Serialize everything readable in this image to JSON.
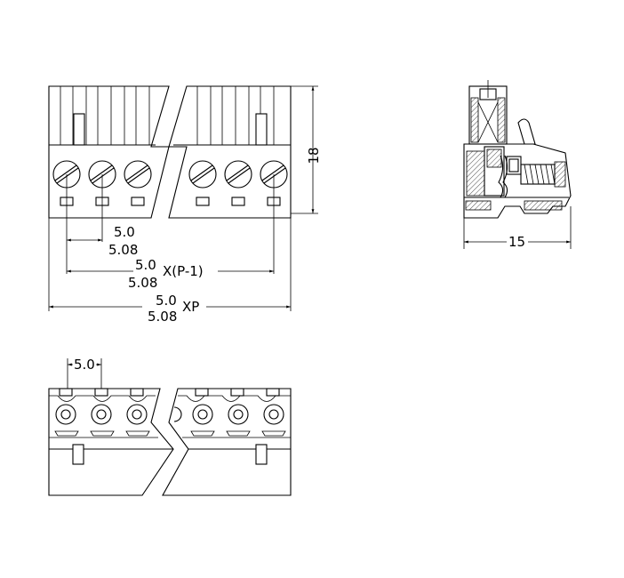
{
  "front_view": {
    "pitch_label_a": "5.0",
    "pitch_label_b": "5.08",
    "span_a": "5.0",
    "span_b": "5.08",
    "span_formula": "X(P-1)",
    "total_a": "5.0",
    "total_b": "5.08",
    "total_formula": "XP"
  },
  "side_view": {
    "height_label": "18",
    "depth_label": "15"
  },
  "bottom_view": {
    "pitch_label": "5.0"
  }
}
